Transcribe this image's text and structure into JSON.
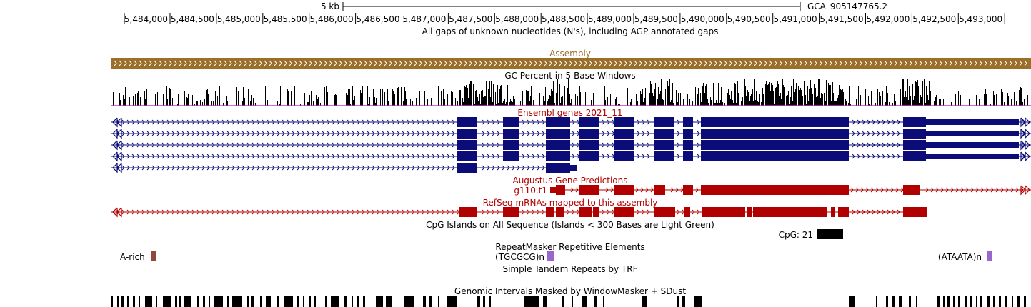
{
  "colors": {
    "assembly": "#9b6f2a",
    "gc": "#000000",
    "gc_baseline": "#cc33cc",
    "ensembl": "#0c0c78",
    "augustus": "#b00000",
    "refseq": "#b00000",
    "cpg": "#000000",
    "repeat_arich": "#8b4a3c",
    "repeat_simple": "#9966cc",
    "windowmasker": "#000000"
  },
  "ruler": {
    "scale_label": "5 kb",
    "assembly_name": "GCA_905147765.2",
    "start": 5483650,
    "end": 5493450,
    "ticks": [
      "5,484,000",
      "5,484,500",
      "5,485,000",
      "5,485,500",
      "5,486,000",
      "5,486,500",
      "5,487,000",
      "5,487,500",
      "5,488,000",
      "5,488,500",
      "5,489,000",
      "5,489,500",
      "5,490,000",
      "5,490,500",
      "5,491,000",
      "5,491,500",
      "5,492,000",
      "5,492,500",
      "5,493,000"
    ]
  },
  "tracks": {
    "gap_title": "All gaps of unknown nucleotides (N's), including AGP annotated gaps",
    "assembly_title": "Assembly",
    "gc_title": "GC Percent in 5-Base Windows",
    "ensembl_title": "Ensembl genes 2021_11",
    "augustus_title": "Augustus Gene Predictions",
    "augustus_item": "g110.t1",
    "refseq_title": "RefSeq mRNAs mapped to this assembly",
    "cpg_title": "CpG Islands on All Sequence (Islands < 300 Bases are Light Green)",
    "cpg_item": "CpG: 21",
    "repeat_title": "RepeatMasker Repetitive Elements",
    "repeat_items": [
      "A-rich",
      "(TGCGCG)n",
      "(ATAATA)n"
    ],
    "trf_title": "Simple Tandem Repeats by TRF",
    "wm_title": "Genomic Intervals Masked by WindowMasker + SDust"
  }
}
